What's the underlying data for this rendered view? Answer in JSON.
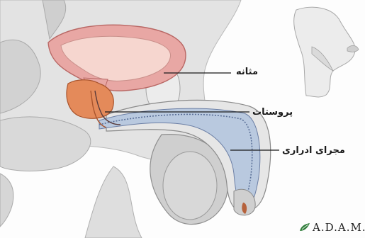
{
  "labels": {
    "bladder": "مثانه",
    "prostate": "پروستات",
    "urethra": "مجرای ادراری"
  },
  "logo": {
    "text": "A.D.A.M."
  },
  "colors": {
    "bladder": "#e8a7a4",
    "bladder_inner": "#f6d6cf",
    "prostate": "#e48a5a",
    "urethra_tissue": "#b9c9df",
    "urethra_line": "#5a6f97",
    "background_tissue": "#d7d7d7"
  }
}
